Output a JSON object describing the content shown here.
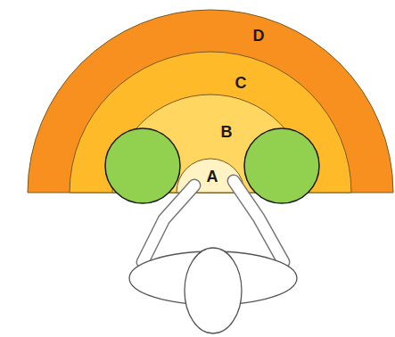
{
  "diagram": {
    "nodes": [
      {
        "text": [
          "D"
        ]
      },
      {
        "text": [
          "C"
        ],
        "in": 0
      },
      {
        "text": [
          "B"
        ],
        "in": 1
      },
      {
        "text": [
          "A"
        ],
        "in": 2
      }
    ]
  }
}
